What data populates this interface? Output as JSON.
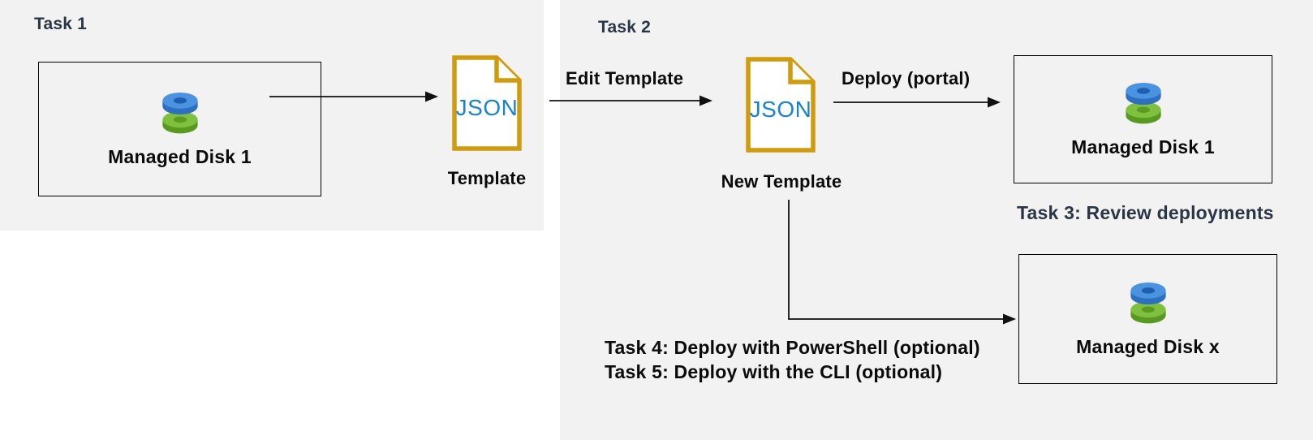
{
  "diagram": {
    "task1": {
      "heading": "Task 1",
      "disk_box_label": "Managed Disk 1",
      "file_text": "JSON",
      "template_caption": "Template"
    },
    "task2": {
      "heading": "Task 2",
      "edit_arrow_label": "Edit Template",
      "file_text": "JSON",
      "new_template_caption": "New Template",
      "deploy_arrow_label": "Deploy (portal)",
      "disk_box_label": "Managed Disk 1"
    },
    "task3": {
      "heading": "Task 3: Review deployments",
      "disk_box_label": "Managed Disk x"
    },
    "task45": {
      "line1": "Task 4: Deploy with PowerShell (optional)",
      "line2": "Task 5: Deploy with the CLI (optional)"
    }
  },
  "colors": {
    "panel_background": "#f2f2f2",
    "page_background": "#ffffff",
    "task_heading": "#2b3645",
    "label_text": "#0b0b0b",
    "arrow": "#111111",
    "box_border": "#000000",
    "json_file_outline": "#d09c0c",
    "json_file_fill": "#ffffff",
    "json_text": "#1584d6",
    "disk_blue_top": "#4a93e0",
    "disk_blue_side": "#2d6fc0",
    "disk_blue_hole": "#1f5fae",
    "disk_green_top": "#7fc13f",
    "disk_green_side": "#58991f",
    "disk_green_hole": "#5a9c22"
  }
}
